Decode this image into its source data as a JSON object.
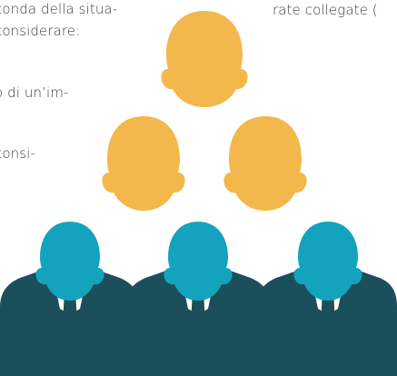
{
  "page": {
    "left_text": [
      "conda della situa-",
      "considerare:",
      "o di un’im-",
      "consi-"
    ],
    "right_text": "rate collegate ("
  },
  "figure": {
    "top_head_color": "#F2B84B",
    "employee_head_color": "#14A3BD",
    "employee_suit_color": "#1C4F5C",
    "shirt_color": "#FFFFFF",
    "tie_color": "#1C4F5C",
    "icon": "organization-hierarchy-icon"
  }
}
